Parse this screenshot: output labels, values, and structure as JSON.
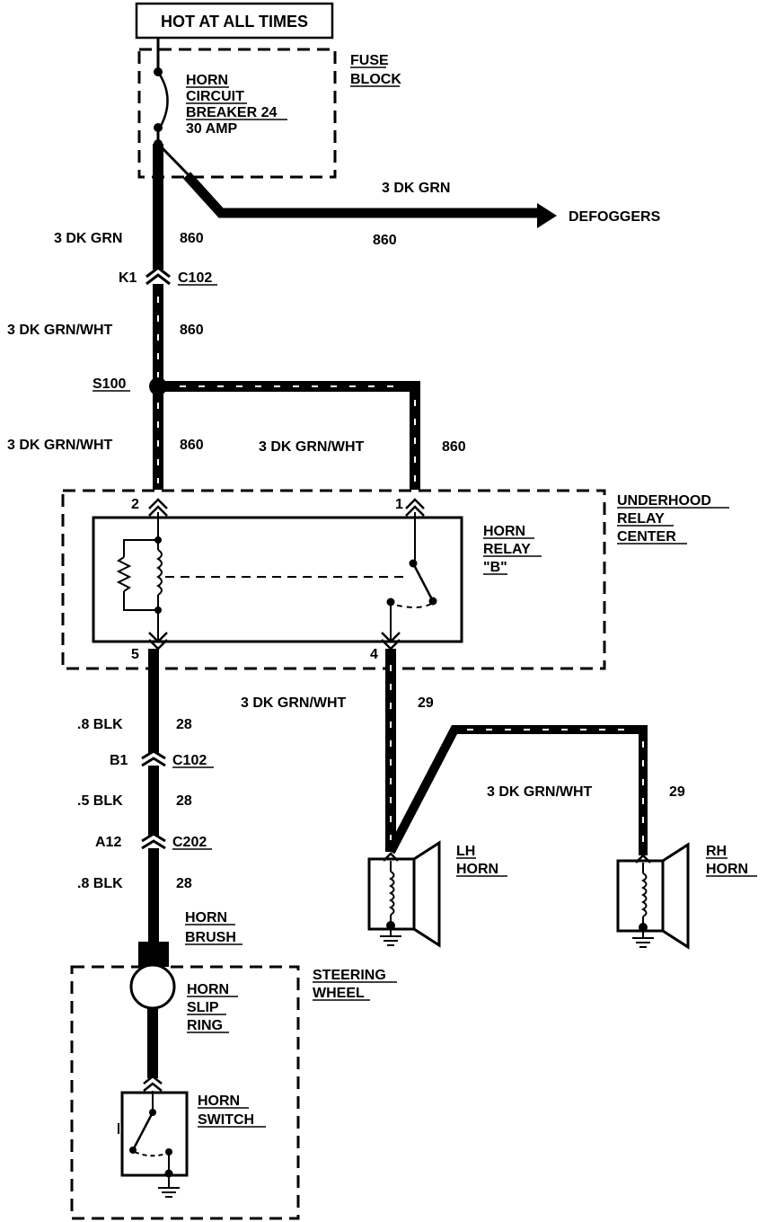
{
  "header": {
    "power_label": "HOT AT ALL TIMES"
  },
  "fuse_block": {
    "label_line1": "FUSE",
    "label_line2": "BLOCK",
    "breaker_line1": "HORN",
    "breaker_line2": "CIRCUIT",
    "breaker_line3": "BREAKER 24",
    "breaker_rating": "30 AMP"
  },
  "defogger_branch": {
    "wire_color": "3 DK GRN",
    "circuit": "860",
    "destination": "DEFOGGERS"
  },
  "feed": {
    "seg1_color": "3 DK GRN",
    "seg1_circuit": "860",
    "connector_pin": "K1",
    "connector_id": "C102",
    "seg2_color": "3 DK GRN/WHT",
    "seg2_circuit": "860",
    "splice_id": "S100",
    "left_drop_color": "3 DK GRN/WHT",
    "left_drop_circuit": "860",
    "right_drop_color": "3 DK GRN/WHT",
    "right_drop_circuit": "860"
  },
  "relay_center": {
    "label_line1": "UNDERHOOD",
    "label_line2": "RELAY",
    "label_line3": "CENTER",
    "relay_line1": "HORN",
    "relay_line2": "RELAY",
    "relay_line3": "\"B\"",
    "pin_2": "2",
    "pin_1": "1",
    "pin_5": "5",
    "pin_4": "4"
  },
  "horn_output": {
    "main_color": "3 DK GRN/WHT",
    "main_circuit": "29",
    "rh_color": "3 DK GRN/WHT",
    "rh_circuit": "29",
    "lh_line1": "LH",
    "lh_line2": "HORN",
    "rh_line1": "RH",
    "rh_line2": "HORN"
  },
  "ground_path": {
    "seg1_color": ".8 BLK",
    "seg1_circuit": "28",
    "conn1_pin": "B1",
    "conn1_id": "C102",
    "seg2_color": ".5 BLK",
    "seg2_circuit": "28",
    "conn2_pin": "A12",
    "conn2_id": "C202",
    "seg3_color": ".8 BLK",
    "seg3_circuit": "28",
    "brush_line1": "HORN",
    "brush_line2": "BRUSH"
  },
  "steering_wheel": {
    "label_line1": "STEERING",
    "label_line2": "WHEEL",
    "slip_line1": "HORN",
    "slip_line2": "SLIP",
    "slip_line3": "RING",
    "switch_line1": "HORN",
    "switch_line2": "SWITCH"
  }
}
